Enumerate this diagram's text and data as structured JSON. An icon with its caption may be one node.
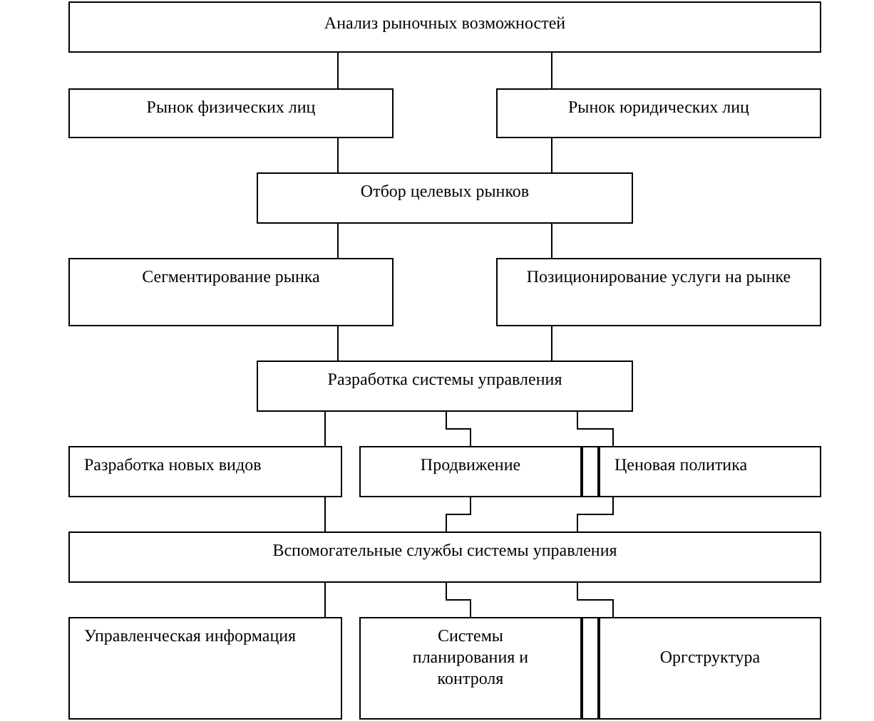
{
  "diagram": {
    "nodes": [
      {
        "text": [
          "Анализ рыночных возможностей"
        ]
      },
      {
        "text": [
          "Рынок физических лиц"
        ]
      },
      {
        "text": [
          "Рынок юридических лиц"
        ]
      },
      {
        "text": [
          "Отбор целевых рынков"
        ]
      },
      {
        "text": [
          "Сегментирование рынка"
        ]
      },
      {
        "text": [
          "Позиционирование услуги на рынке"
        ]
      },
      {
        "text": [
          "Разработка системы управления"
        ]
      },
      {
        "text": [
          "Разработка новых видов"
        ]
      },
      {
        "text": [
          "Продвижение"
        ]
      },
      {
        "text": [],
        "shape": "box"
      },
      {
        "text": [
          "Ценовая политика"
        ]
      },
      {
        "text": [
          "Вспомогательные службы системы управления"
        ]
      },
      {
        "text": [
          "Управленческая информация"
        ]
      },
      {
        "text": [
          "Системы планирования и контроля"
        ]
      },
      {
        "text": [],
        "shape": "box"
      },
      {
        "text": [
          "Оргструктура"
        ]
      }
    ],
    "edges": [
      {
        "from": 0,
        "to": 1,
        "arrow": "none"
      },
      {
        "from": 0,
        "to": 2,
        "arrow": "none"
      },
      {
        "from": 1,
        "to": 3,
        "arrow": "none"
      },
      {
        "from": 2,
        "to": 3,
        "arrow": "none"
      },
      {
        "from": 3,
        "to": 4,
        "arrow": "none"
      },
      {
        "from": 3,
        "to": 5,
        "arrow": "none"
      },
      {
        "from": 4,
        "to": 6,
        "arrow": "none"
      },
      {
        "from": 5,
        "to": 6,
        "arrow": "none"
      },
      {
        "from": 6,
        "to": 7,
        "arrow": "none"
      },
      {
        "from": 6,
        "to": 8,
        "arrow": "none"
      },
      {
        "from": 6,
        "to": 10,
        "arrow": "none"
      },
      {
        "from": 7,
        "to": 11,
        "arrow": "none"
      },
      {
        "from": 8,
        "to": 11,
        "arrow": "none"
      },
      {
        "from": 10,
        "to": 11,
        "arrow": "none"
      },
      {
        "from": 11,
        "to": 12,
        "arrow": "none"
      },
      {
        "from": 11,
        "to": 13,
        "arrow": "none"
      },
      {
        "from": 11,
        "to": 15,
        "arrow": "none"
      }
    ]
  }
}
